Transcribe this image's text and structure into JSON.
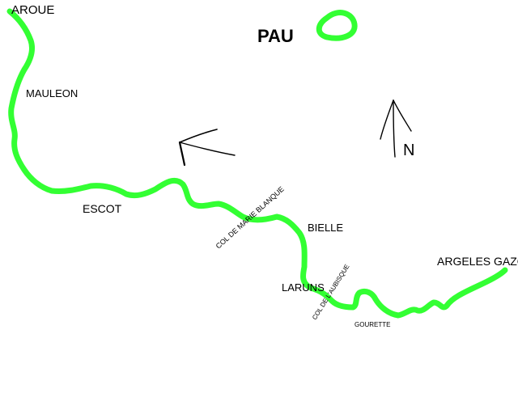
{
  "route_color": "#33ff33",
  "ink_color": "#000000",
  "background": "#ffffff",
  "places": {
    "aroue": "AROUE",
    "mauleon": "MAULEON",
    "escot": "ESCOT",
    "col_marie_blanque": "COL DE MARIE BLANQUE",
    "bielle": "BIELLE",
    "laruns": "LARUNS",
    "col_aubisque": "COL DE L'AUBISQUE",
    "gourette": "GOURETTE",
    "argeles_gazot": "ARGELES GAZOT",
    "pau": "PAU"
  },
  "compass": {
    "north_label": "N"
  }
}
